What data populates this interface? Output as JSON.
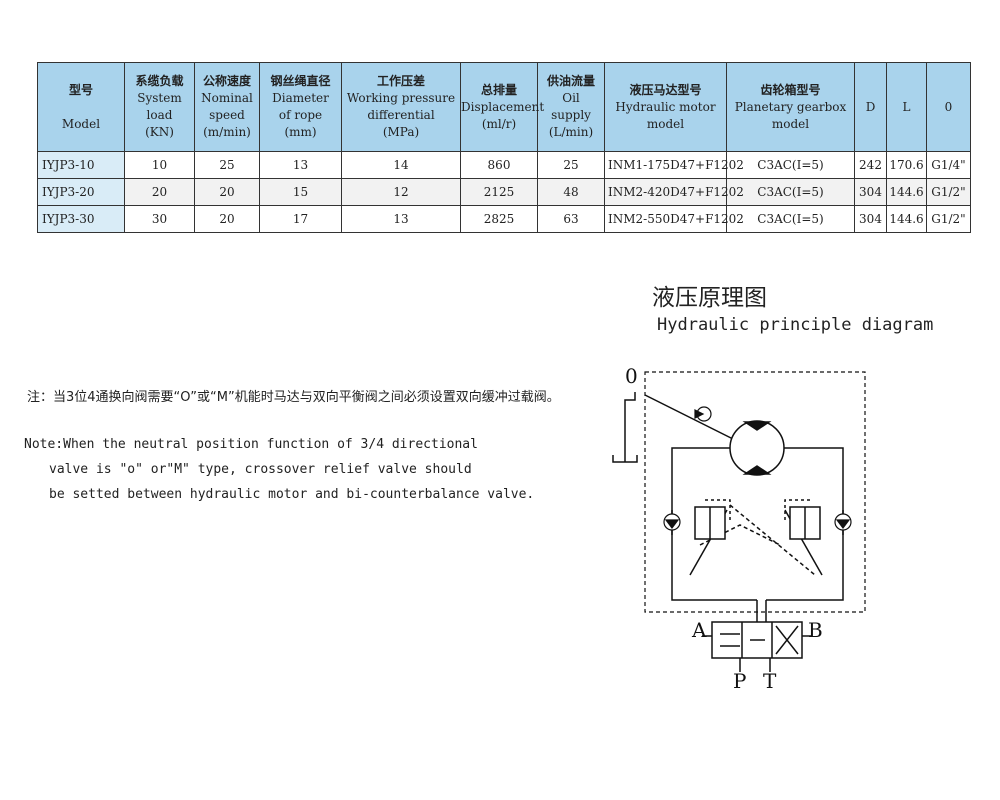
{
  "table": {
    "headers": [
      {
        "zh": "型号",
        "en": [
          "",
          "Model"
        ]
      },
      {
        "zh": "系缆负载",
        "en": [
          "System",
          "load",
          "(KN)"
        ]
      },
      {
        "zh": "公称速度",
        "en": [
          "Nominal",
          "speed",
          "(m/min)"
        ]
      },
      {
        "zh": "钢丝绳直径",
        "en": [
          "Diameter",
          "of rope",
          "(mm)"
        ]
      },
      {
        "zh": "工作压差",
        "en": [
          "Working pressure",
          "differential",
          "(MPa)"
        ]
      },
      {
        "zh": "总排量",
        "en": [
          "Displacement",
          "(ml/r)"
        ]
      },
      {
        "zh": "供油流量",
        "en": [
          "Oil",
          "supply",
          "(L/min)"
        ]
      },
      {
        "zh": "液压马达型号",
        "en": [
          "Hydraulic motor",
          "model"
        ]
      },
      {
        "zh": "齿轮箱型号",
        "en": [
          "Planetary gearbox",
          "model"
        ]
      },
      {
        "zh": "",
        "en": [
          "D"
        ]
      },
      {
        "zh": "",
        "en": [
          "L"
        ]
      },
      {
        "zh": "",
        "en": [
          "0"
        ]
      }
    ],
    "rows": [
      [
        "IYJP3-10",
        "10",
        "25",
        "13",
        "14",
        "860",
        "25",
        "INM1-175D47+F1202",
        "C3AC(I=5)",
        "242",
        "170.6",
        "G1/4\""
      ],
      [
        "IYJP3-20",
        "20",
        "20",
        "15",
        "12",
        "2125",
        "48",
        "INM2-420D47+F1202",
        "C3AC(I=5)",
        "304",
        "144.6",
        "G1/2\""
      ],
      [
        "IYJP3-30",
        "30",
        "20",
        "17",
        "13",
        "2825",
        "63",
        "INM2-550D47+F1202",
        "C3AC(I=5)",
        "304",
        "144.6",
        "G1/2\""
      ]
    ]
  },
  "diagram": {
    "title_zh": "液压原理图",
    "title_en": "Hydraulic principle diagram",
    "ports": {
      "o": "0",
      "a": "A",
      "b": "B",
      "p": "P",
      "t": "T"
    }
  },
  "note": {
    "zh": "注：当3位4通换向阀需要“O”或“M”机能时马达与双向平衡阀之间必须设置双向缓冲过载阀。",
    "en": [
      "Note:When the neutral position function of 3/4 directional",
      "valve is \"o\" or\"M\" type, crossover relief valve should",
      "be setted between hydraulic motor and bi-counterbalance valve."
    ]
  }
}
